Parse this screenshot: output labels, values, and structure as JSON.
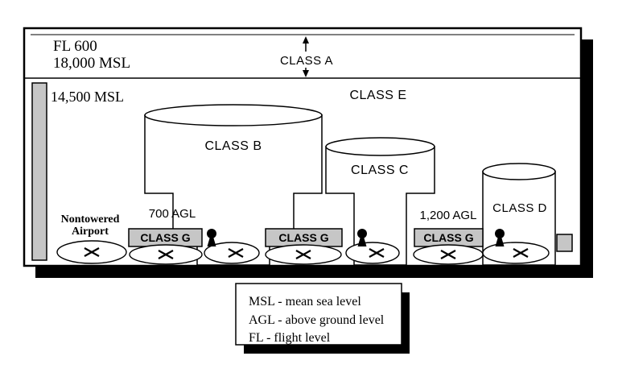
{
  "colors": {
    "gray": "#c6c6c6",
    "black": "#000000",
    "white": "#ffffff"
  },
  "top_band": {
    "fl600": "FL 600",
    "msl_18000": "18,000 MSL",
    "class_a": "CLASS A"
  },
  "airspace": {
    "msl_14500": "14,500 MSL",
    "class_e": "CLASS E",
    "class_b": "CLASS B",
    "class_c": "CLASS C",
    "class_d": "CLASS D",
    "class_g": "CLASS G",
    "agl_700": "700 AGL",
    "agl_1200": "1,200 AGL",
    "nontowered_line1": "Nontowered",
    "nontowered_line2": "Airport"
  },
  "legend": {
    "line1": "MSL - mean sea level",
    "line2": "AGL - above ground level",
    "line3": "FL - flight level"
  }
}
